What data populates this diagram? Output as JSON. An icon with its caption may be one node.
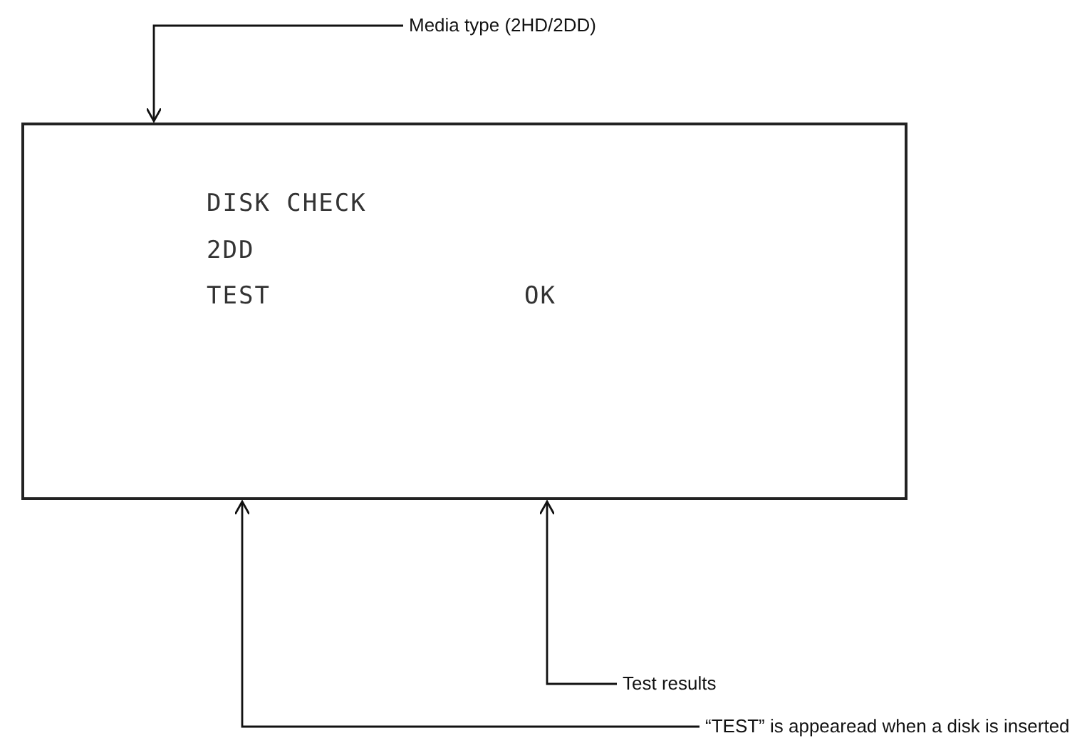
{
  "diagram": {
    "nodes": [
      {
        "text": [
          "DISK CHECK",
          "2DD",
          "TEST",
          "OK"
        ]
      },
      {
        "text": [
          "Media type (2HD/2DD)"
        ]
      },
      {
        "text": [
          "Test results"
        ]
      },
      {
        "text": [
          "“TEST” is appearead when a disk is inserted"
        ]
      }
    ],
    "edges": [
      {
        "from": 1,
        "to": 0,
        "arrow": "to"
      },
      {
        "from": 2,
        "to": 0,
        "arrow": "to"
      },
      {
        "from": 3,
        "to": 0,
        "arrow": "to"
      }
    ]
  }
}
